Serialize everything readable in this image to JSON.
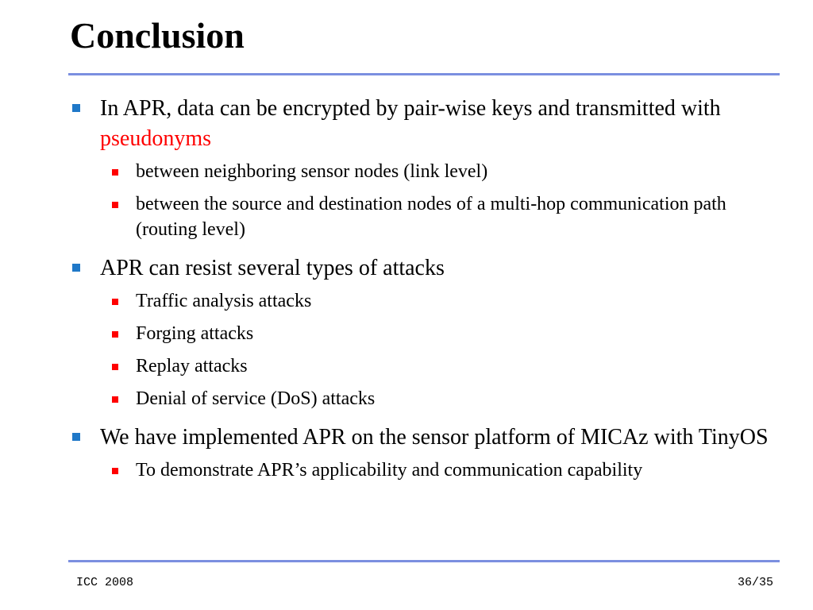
{
  "colors": {
    "rule": "#7b8fe0",
    "level1_bullet": "#1f78c8",
    "level2_bullet": "#ff0000",
    "highlight": "#ff0000",
    "text": "#000000"
  },
  "slide": {
    "title": "Conclusion",
    "bullets": [
      {
        "text": "In APR, data can be encrypted by pair-wise keys and transmitted with ",
        "highlight": "pseudonyms",
        "sub": [
          "between neighboring sensor nodes (link level)",
          "between the source and destination nodes of a multi-hop communication path (routing level)"
        ]
      },
      {
        "text": "APR can resist several types of attacks",
        "sub": [
          "Traffic analysis attacks",
          "Forging attacks",
          "Replay attacks",
          "Denial of service (DoS) attacks"
        ]
      },
      {
        "text": "We have implemented APR on the sensor platform of MICAz with TinyOS",
        "sub": [
          "To demonstrate APR’s applicability and communication capability"
        ]
      }
    ]
  },
  "footer": {
    "left": "ICC 2008",
    "right": "36/35"
  }
}
